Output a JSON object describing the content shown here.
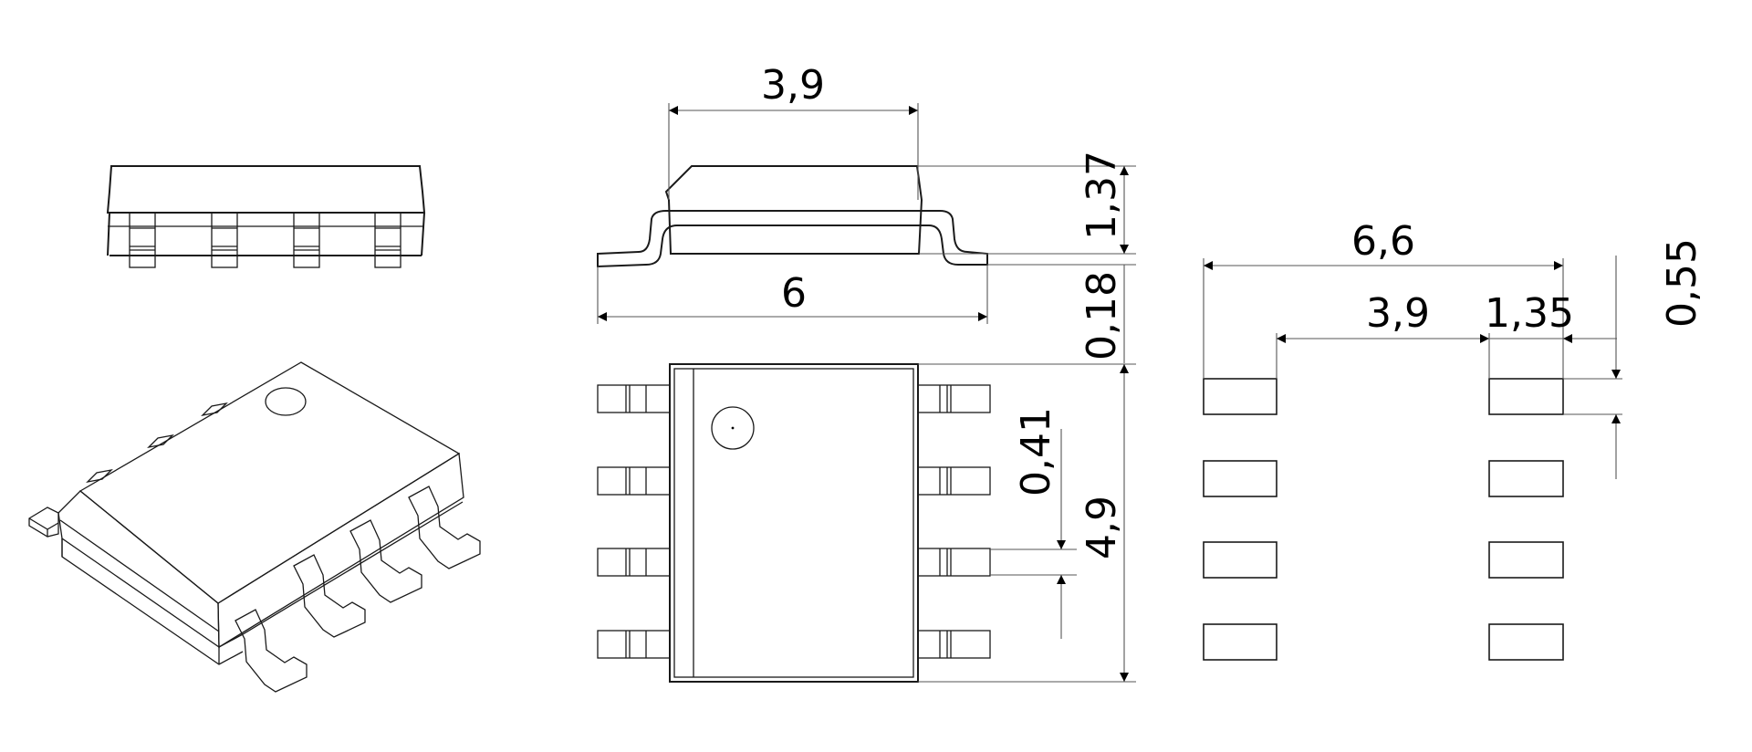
{
  "drawing": {
    "title": "SOIC-8 package outline and recommended footprint",
    "colors": {
      "background": "#ffffff",
      "line": "#1a1a1a",
      "dimension": "#555555"
    }
  },
  "views": {
    "side_view": {
      "label": "side-view",
      "pin_count_visible": 4
    },
    "isometric_view": {
      "label": "isometric-view",
      "pin_count": 8,
      "pin1_marker": "circle"
    },
    "profile_view": {
      "dims": {
        "body_width": "3,9",
        "lead_span": "6",
        "body_height": "1,37",
        "standoff": "0,18"
      }
    },
    "top_view": {
      "dims": {
        "pin_width": "0,41",
        "body_length": "4,9"
      },
      "pins_per_side": 4
    },
    "footprint_view": {
      "dims": {
        "outer_span": "6,6",
        "inner_gap": "3,9",
        "pad_length": "1,35",
        "pad_width": "0,55"
      },
      "pads_per_side": 4
    }
  }
}
